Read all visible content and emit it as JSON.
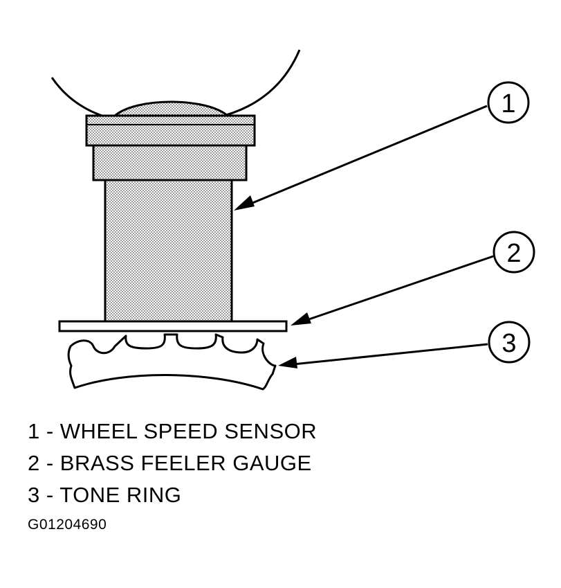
{
  "callouts": [
    {
      "number": "1",
      "target": "wheel-speed-sensor"
    },
    {
      "number": "2",
      "target": "brass-feeler-gauge"
    },
    {
      "number": "3",
      "target": "tone-ring"
    }
  ],
  "legend": [
    {
      "text": "1 - WHEEL SPEED SENSOR"
    },
    {
      "text": "2 - BRASS FEELER GAUGE"
    },
    {
      "text": "3 - TONE RING"
    }
  ],
  "figure_code": "G01204690",
  "colors": {
    "line": "#000000",
    "stipple_dot": "#555555",
    "background": "#ffffff"
  }
}
